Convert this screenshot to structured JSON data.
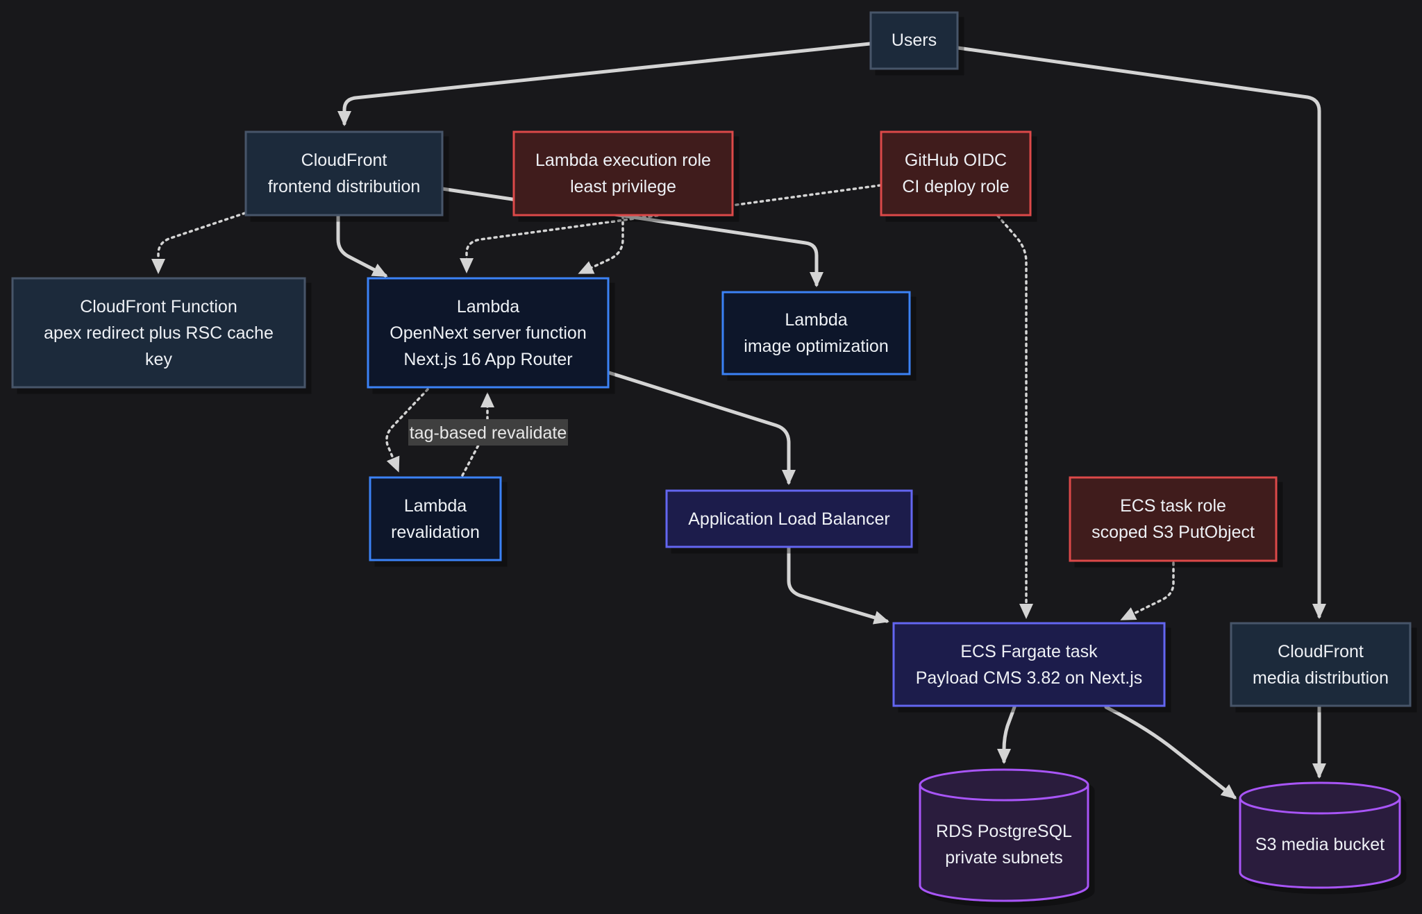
{
  "nodes": {
    "users": {
      "lines": [
        "Users"
      ],
      "kind": "external"
    },
    "cf_frontend": {
      "lines": [
        "CloudFront",
        "frontend distribution"
      ],
      "kind": "edge"
    },
    "lambda_role": {
      "lines": [
        "Lambda execution role",
        "least privilege"
      ],
      "kind": "iam"
    },
    "github_oidc": {
      "lines": [
        "GitHub OIDC",
        "CI deploy role"
      ],
      "kind": "iam"
    },
    "cf_function": {
      "lines": [
        "CloudFront Function",
        "apex redirect plus RSC cache",
        "key"
      ],
      "kind": "edge"
    },
    "lambda_server": {
      "lines": [
        "Lambda",
        "OpenNext server function",
        "Next.js 16 App Router"
      ],
      "kind": "compute"
    },
    "lambda_image": {
      "lines": [
        "Lambda",
        "image optimization"
      ],
      "kind": "compute"
    },
    "lambda_reval": {
      "lines": [
        "Lambda",
        "revalidation"
      ],
      "kind": "compute"
    },
    "alb": {
      "lines": [
        "Application Load Balancer"
      ],
      "kind": "network"
    },
    "ecs_role": {
      "lines": [
        "ECS task role",
        "scoped S3 PutObject"
      ],
      "kind": "iam"
    },
    "ecs_task": {
      "lines": [
        "ECS Fargate task",
        "Payload CMS 3.82 on Next.js"
      ],
      "kind": "network"
    },
    "cf_media": {
      "lines": [
        "CloudFront",
        "media distribution"
      ],
      "kind": "edge"
    },
    "rds": {
      "lines": [
        "RDS PostgreSQL",
        "private subnets"
      ],
      "kind": "storage"
    },
    "s3": {
      "lines": [
        "S3 media bucket"
      ],
      "kind": "storage"
    }
  },
  "edge_label": "tag-based revalidate",
  "colors": {
    "background": "#18181b",
    "edge_fill": "#1e293b",
    "edge_stroke": "#475569",
    "iam_fill": "#3f1d1f",
    "iam_stroke": "#dc4a4a",
    "compute_fill": "#0c1629",
    "compute_stroke": "#3b82f6",
    "network_fill": "#1e1b4b",
    "network_stroke": "#6366f1",
    "storage_fill": "#2a1a3e",
    "storage_stroke": "#a855f7",
    "external_fill": "#1e293b",
    "external_stroke": "#475569",
    "arrow": "#d4d4d4",
    "label_bg": "#3f3f3f"
  }
}
